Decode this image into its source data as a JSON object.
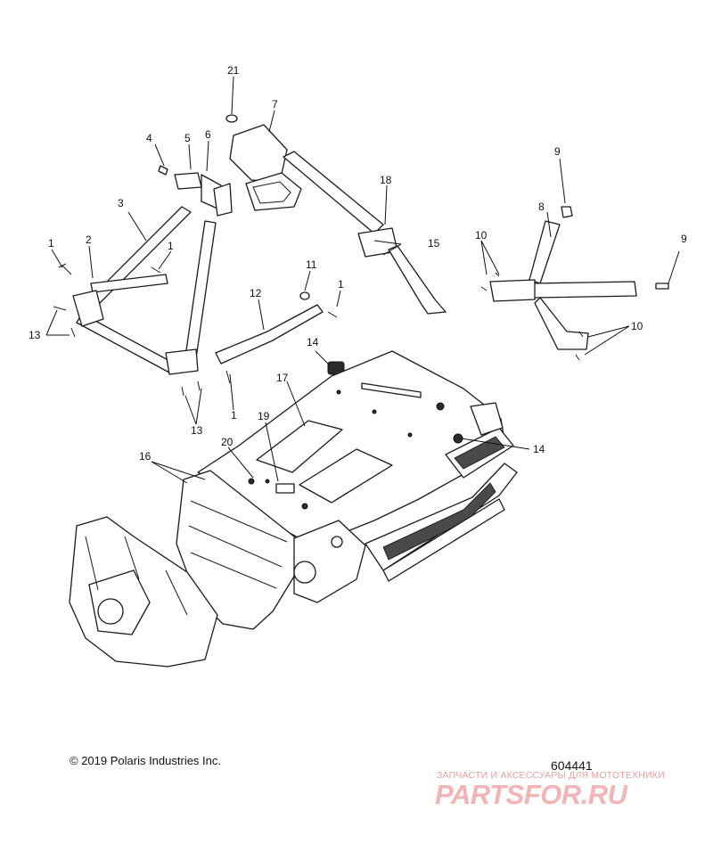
{
  "diagram": {
    "callouts": [
      {
        "label": "21"
      },
      {
        "label": "7"
      },
      {
        "label": "4"
      },
      {
        "label": "5"
      },
      {
        "label": "6"
      },
      {
        "label": "3"
      },
      {
        "label": "18"
      },
      {
        "label": "9"
      },
      {
        "label": "8"
      },
      {
        "label": "9"
      },
      {
        "label": "1"
      },
      {
        "label": "2"
      },
      {
        "label": "1"
      },
      {
        "label": "15"
      },
      {
        "label": "10"
      },
      {
        "label": "11"
      },
      {
        "label": "1"
      },
      {
        "label": "12"
      },
      {
        "label": "13"
      },
      {
        "label": "14"
      },
      {
        "label": "10"
      },
      {
        "label": "17"
      },
      {
        "label": "1"
      },
      {
        "label": "13"
      },
      {
        "label": "19"
      },
      {
        "label": "14"
      },
      {
        "label": "20"
      },
      {
        "label": "16"
      }
    ]
  },
  "footer": {
    "copyright": "© 2019 Polaris Industries Inc.",
    "diagram_id": "604441"
  },
  "watermark": {
    "text": "ЗАПЧАСТИ И АКСЕССУАРЫ ДЛЯ МОТОТЕХНИКИ",
    "logo": "PARTSFOR.RU"
  }
}
